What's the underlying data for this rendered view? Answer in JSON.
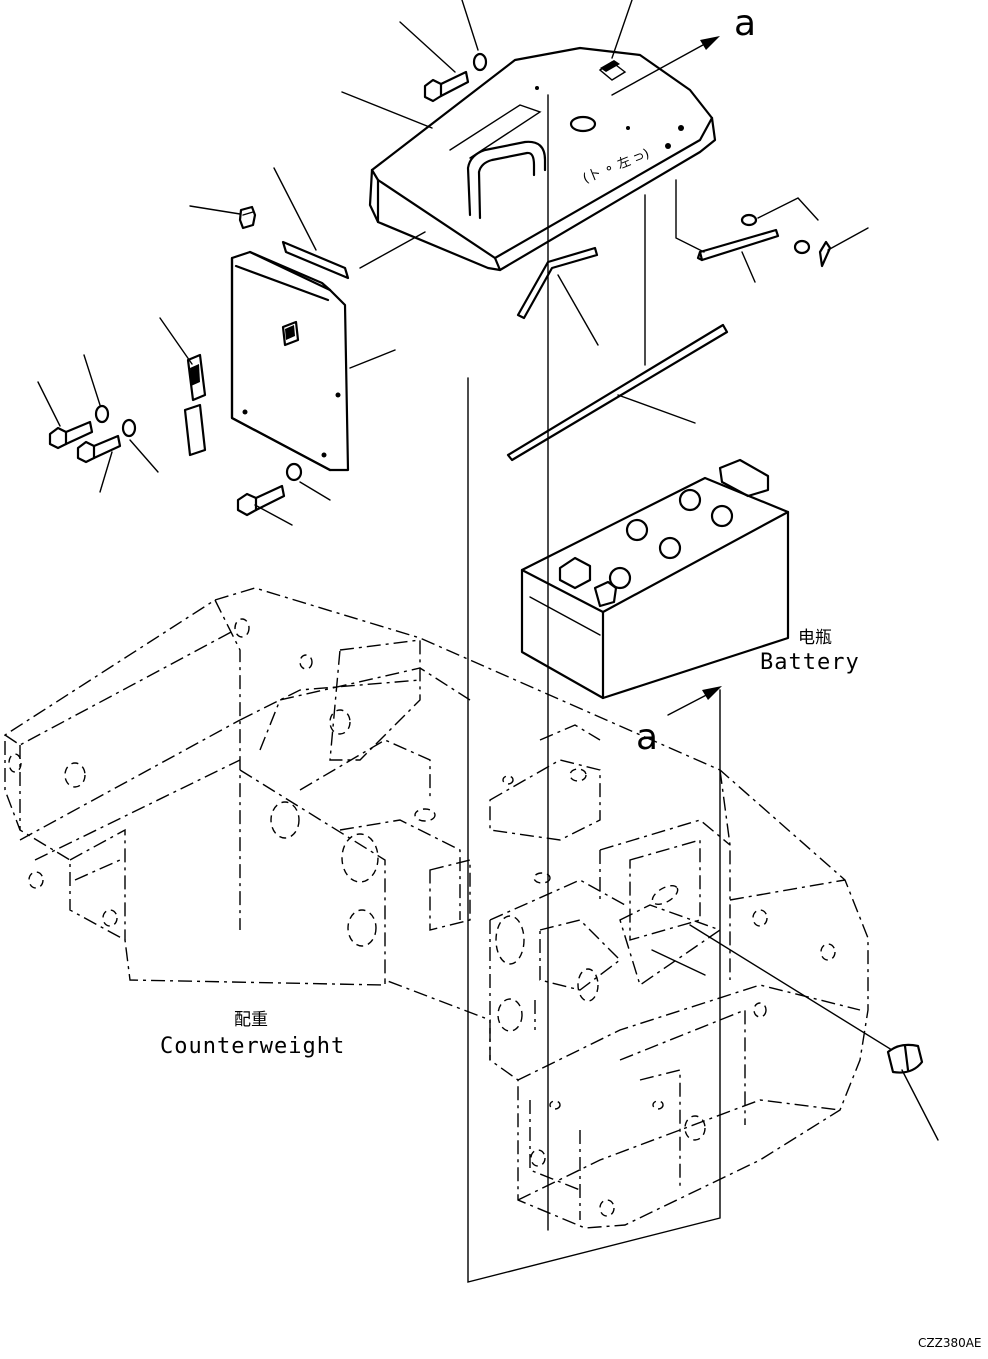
{
  "labels": {
    "battery_cn": "电瓶",
    "battery_en": "Battery",
    "counterweight_cn": "配重",
    "counterweight_en": "Counterweight",
    "view_a_top": "a",
    "view_a_bottom": "a",
    "drawing_ref": "CZZ380AE"
  }
}
